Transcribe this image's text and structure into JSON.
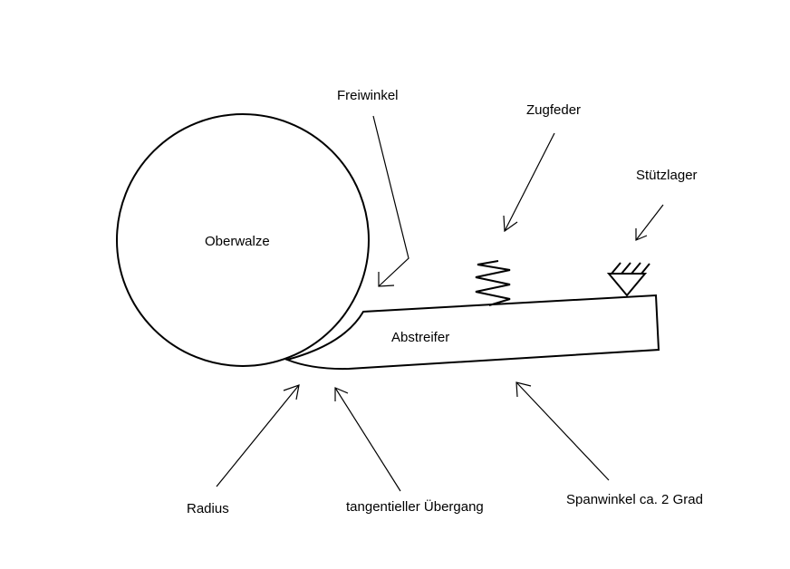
{
  "labels": {
    "oberwalze": "Oberwalze",
    "abstreifer": "Abstreifer",
    "freiwinkel": "Freiwinkel",
    "zugfeder": "Zugfeder",
    "stuetzlager": "Stützlager",
    "radius": "Radius",
    "tangentieller_uebergang": "tangentieller Übergang",
    "spanwinkel": "Spanwinkel ca. 2 Grad"
  },
  "colors": {
    "ink": "#000000",
    "background": "#ffffff"
  }
}
